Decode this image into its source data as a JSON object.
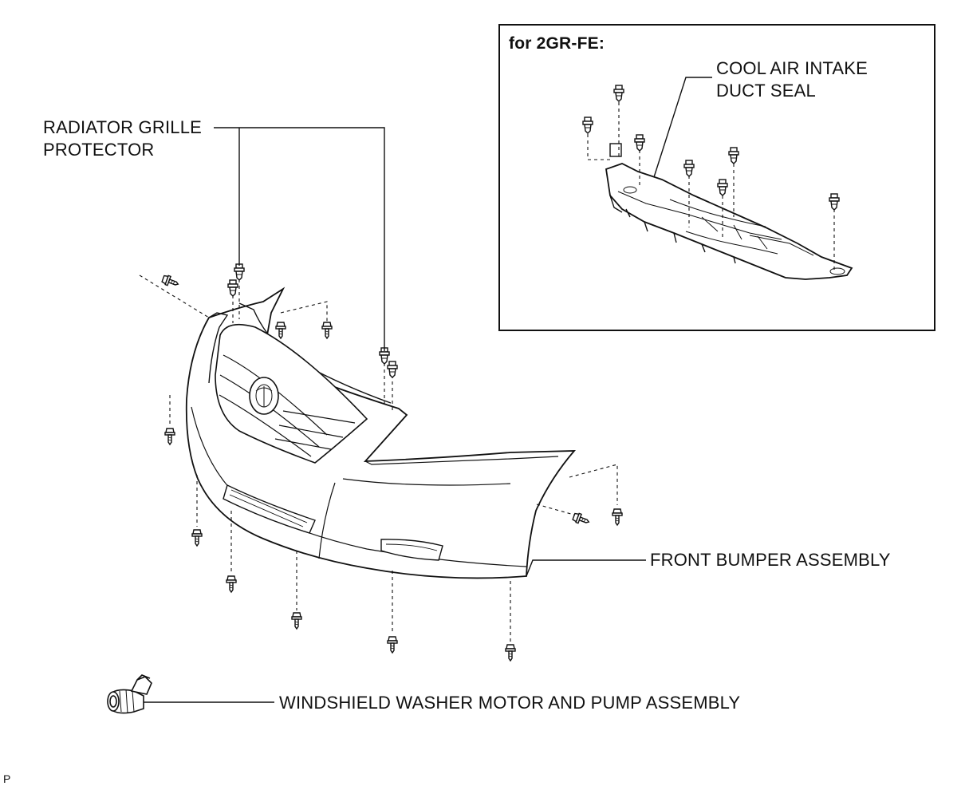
{
  "labels": {
    "radiator_grille_line1": "RADIATOR GRILLE",
    "radiator_grille_line2": "PROTECTOR",
    "inset_title": "for 2GR-FE:",
    "duct_line1": "COOL AIR INTAKE",
    "duct_line2": "DUCT SEAL",
    "front_bumper": "FRONT BUMPER ASSEMBLY",
    "washer": "WINDSHIELD WASHER MOTOR AND PUMP ASSEMBLY",
    "code": "P"
  },
  "colors": {
    "line": "#111111",
    "part_fill": "#ffffff",
    "shade": "#d9d9d9"
  }
}
